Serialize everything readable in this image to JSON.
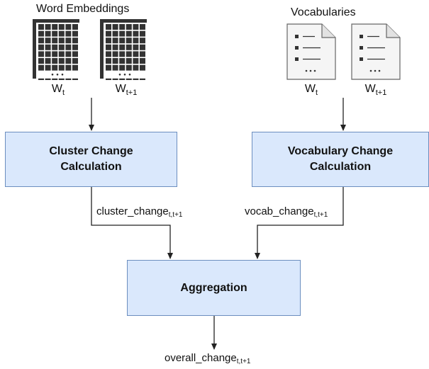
{
  "inputs": {
    "embeddings_title": "Word Embeddings",
    "vocabularies_title": "Vocabularies",
    "embedding_items": [
      {
        "base": "W",
        "sub": "t"
      },
      {
        "base": "W",
        "sub": "t+1"
      }
    ],
    "vocab_items": [
      {
        "base": "W",
        "sub": "t"
      },
      {
        "base": "W",
        "sub": "t+1"
      }
    ]
  },
  "boxes": {
    "cluster_line1": "Cluster Change",
    "cluster_line2": "Calculation",
    "vocab_line1": "Vocabulary Change",
    "vocab_line2": "Calculation",
    "aggregation": "Aggregation"
  },
  "edges": {
    "cluster_change": {
      "base": "cluster_change",
      "sub": "t,t+1"
    },
    "vocab_change": {
      "base": "vocab_change",
      "sub": "t,t+1"
    },
    "overall_change": {
      "base": "overall_change",
      "sub": "t,t+1"
    }
  },
  "colors": {
    "box_fill": "#dae8fc",
    "box_stroke": "#6c8ebf",
    "matrix": "#333333",
    "doc_fill": "#f5f5f5",
    "doc_stroke": "#666666"
  },
  "icons": {
    "embedding": "matrix-icon",
    "vocabulary": "document-icon"
  }
}
